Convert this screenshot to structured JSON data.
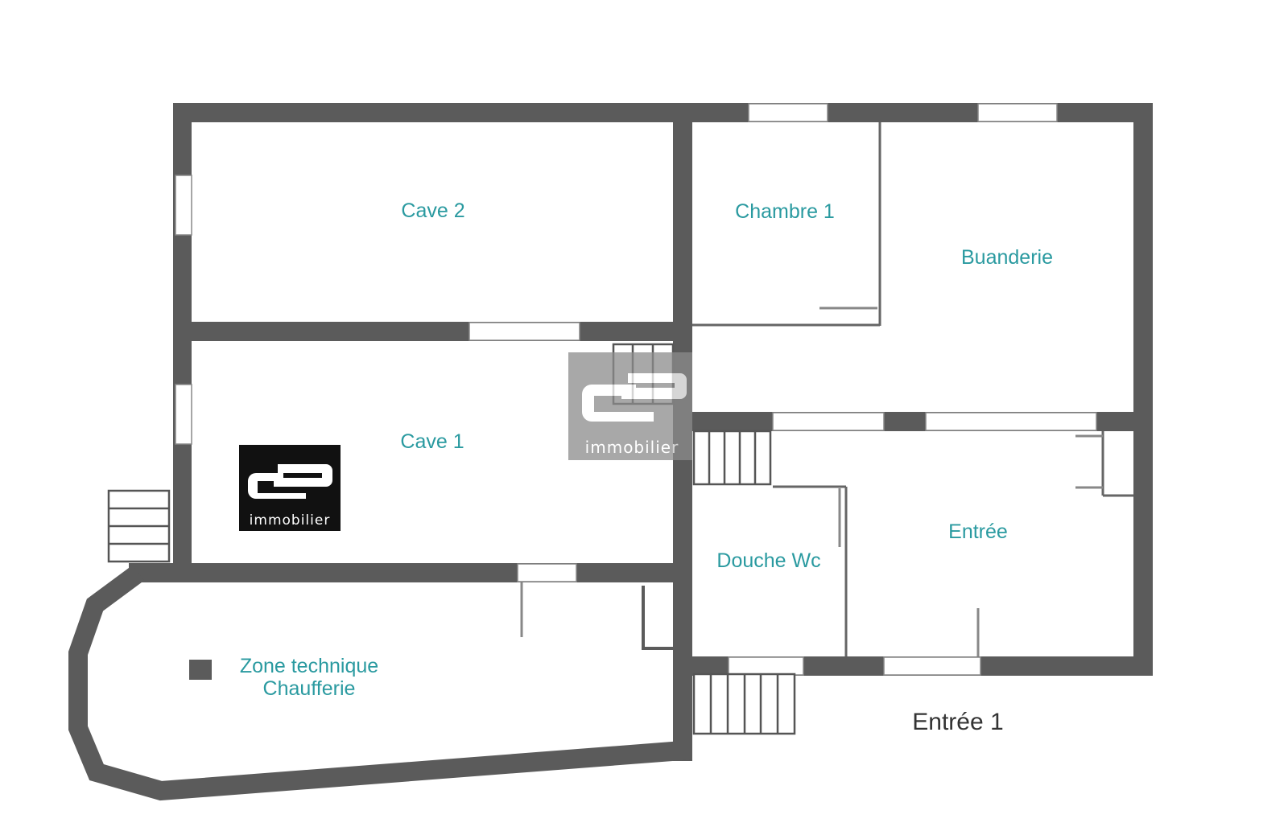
{
  "rooms": {
    "cave2": "Cave 2",
    "cave1": "Cave 1",
    "chambre1": "Chambre 1",
    "buanderie": "Buanderie",
    "entree": "Entrée",
    "douche_wc": "Douche Wc",
    "zone_technique_line1": "Zone technique",
    "zone_technique_line2": "Chaufferie"
  },
  "labels": {
    "entree1": "Entrée 1"
  },
  "logo": {
    "text": "immobilier"
  },
  "colors": {
    "wall": "#5b5b5b",
    "room_label": "#2a9aa0",
    "logo_bg": "#111111",
    "watermark_bg": "#8c8c8c"
  }
}
